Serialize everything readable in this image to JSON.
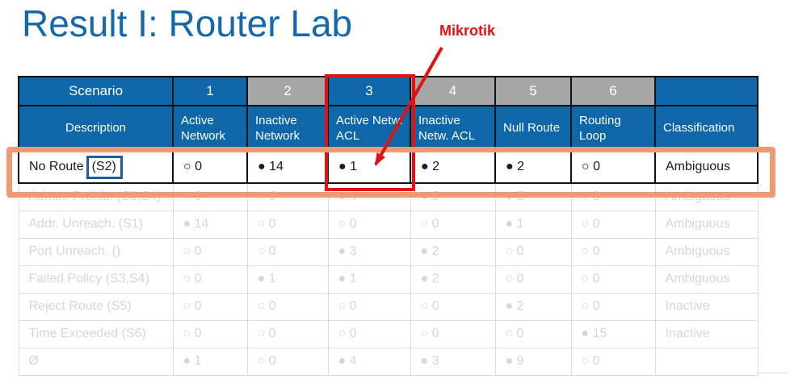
{
  "title": "Result I: Router Lab",
  "annotation": {
    "label": "Mikrotik"
  },
  "colors": {
    "title_blue": "#1668ae",
    "header_blue": "#0d67a8",
    "header_gray": "#a6a6a6",
    "annotation_red": "#e01212",
    "row_highlight_orange": "#ee9a74",
    "s2_box_blue": "#1f5c99",
    "faded_text": "#d8d4da",
    "active_text": "#1a1a1a"
  },
  "table": {
    "header_row1": [
      "Scenario",
      "1",
      "2",
      "3",
      "4",
      "5",
      "6",
      ""
    ],
    "header_row2": [
      "Description",
      "Active Network",
      "Inactive Network",
      "Active Netw. ACL",
      "Inactive Netw. ACL",
      "Null Route",
      "Routing Loop",
      "Classification"
    ],
    "rows": [
      {
        "description_prefix": "No Route",
        "description_boxed": "(S2)",
        "cells": [
          "○ 0",
          "● 14",
          "● 1",
          "● 2",
          "● 2",
          "○ 0"
        ],
        "classification": "Ambiguous"
      },
      {
        "description": "Admin. Prohib. (S3,S4)",
        "cells": [
          "○ 0",
          "○ 0",
          "● 4",
          "● 5",
          "● 3",
          "○ 0"
        ],
        "classification": "Ambiguous"
      },
      {
        "description": "Addr. Unreach. (S1)",
        "cells": [
          "● 14",
          "○ 0",
          "○ 0",
          "○ 0",
          "● 1",
          "○ 0"
        ],
        "classification": "Ambiguous"
      },
      {
        "description": "Port Unreach. ()",
        "cells": [
          "○ 0",
          "○ 0",
          "● 3",
          "● 2",
          "○ 0",
          "○ 0"
        ],
        "classification": "Ambiguous"
      },
      {
        "description": "Failed Policy (S3,S4)",
        "cells": [
          "○ 0",
          "● 1",
          "● 1",
          "● 2",
          "○ 0",
          "○ 0"
        ],
        "classification": "Ambiguous"
      },
      {
        "description": "Reject Route (S5)",
        "cells": [
          "○ 0",
          "○ 0",
          "○ 0",
          "○ 0",
          "● 2",
          "○ 0"
        ],
        "classification": "Inactive"
      },
      {
        "description": "Time Exceeded (S6)",
        "cells": [
          "○ 0",
          "○ 0",
          "○ 0",
          "○ 0",
          "○ 0",
          "● 15"
        ],
        "classification": "Inactive"
      },
      {
        "description": "Ø",
        "cells": [
          "● 1",
          "○ 0",
          "● 4",
          "● 3",
          "● 9",
          "○ 0"
        ],
        "classification": ""
      }
    ]
  }
}
